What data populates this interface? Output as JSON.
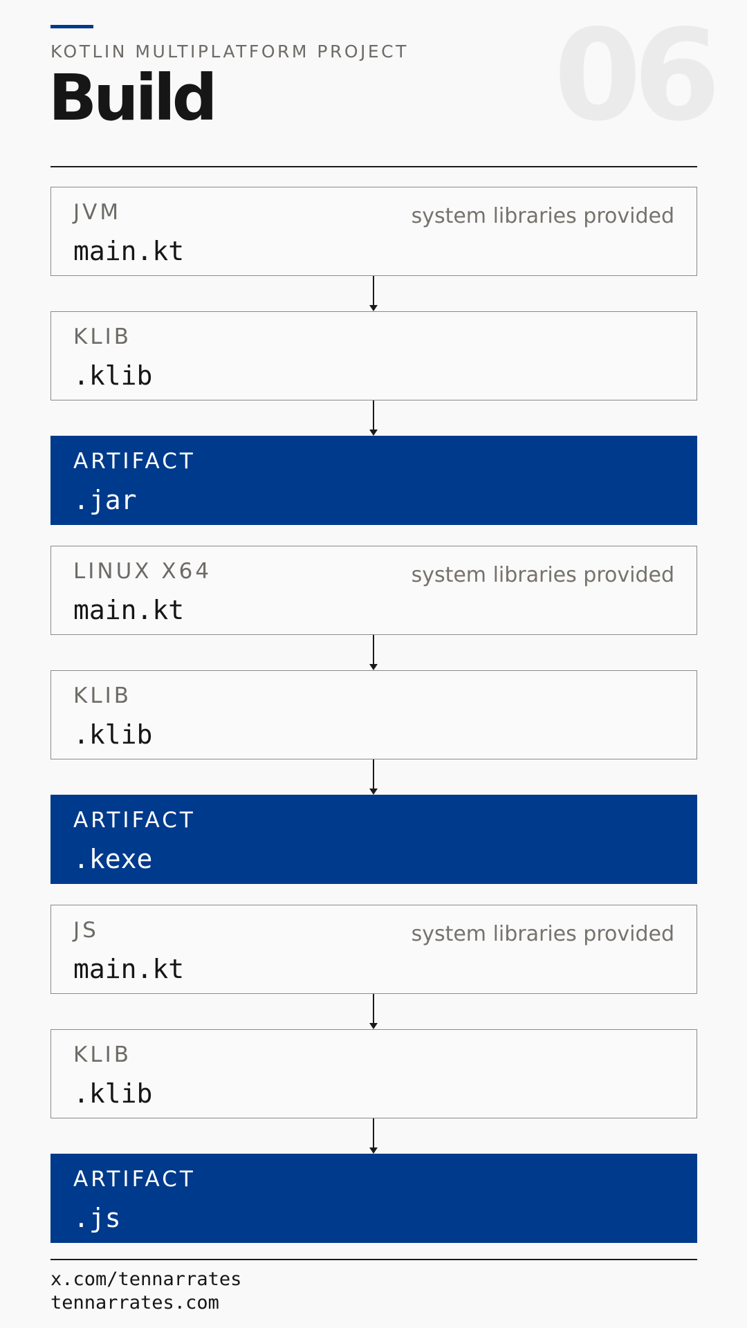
{
  "header": {
    "eyebrow": "KOTLIN MULTIPLATFORM PROJECT",
    "title": "Build",
    "slide_number": "06"
  },
  "colors": {
    "accent": "#003a8c",
    "background": "#f9f9f9",
    "text": "#161616",
    "muted": "#6e6b66"
  },
  "targets": [
    {
      "source_label": "JVM",
      "source_file": "main.kt",
      "note": "system libraries provided",
      "klib_label": "KLIB",
      "klib_file": ".klib",
      "artifact_label": "ARTIFACT",
      "artifact_file": ".jar"
    },
    {
      "source_label": "LINUX X64",
      "source_file": "main.kt",
      "note": "system libraries provided",
      "klib_label": "KLIB",
      "klib_file": ".klib",
      "artifact_label": "ARTIFACT",
      "artifact_file": ".kexe"
    },
    {
      "source_label": "JS",
      "source_file": "main.kt",
      "note": "system libraries provided",
      "klib_label": "KLIB",
      "klib_file": ".klib",
      "artifact_label": "ARTIFACT",
      "artifact_file": ".js"
    }
  ],
  "footer": {
    "line1": "x.com/tennarrates",
    "line2": "tennarrates.com"
  }
}
